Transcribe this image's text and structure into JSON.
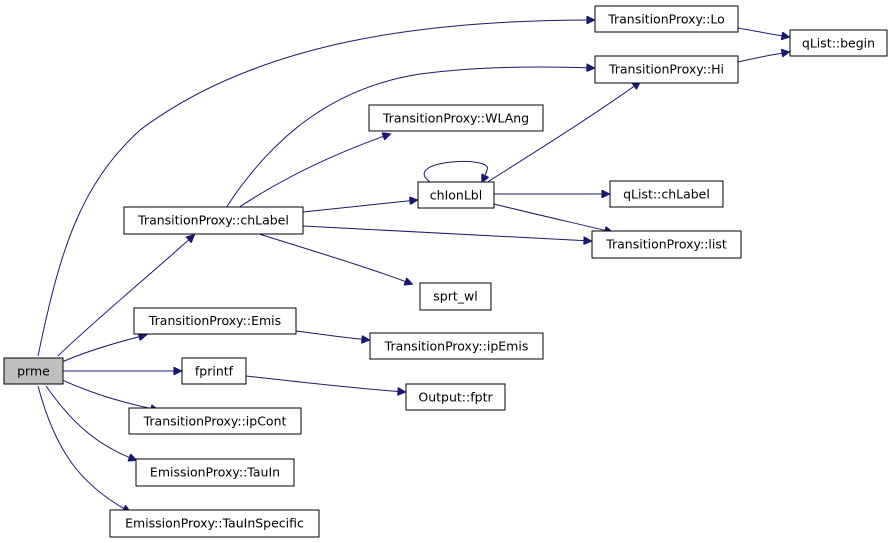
{
  "colors": {
    "edge": "#191970",
    "node_fill": "#ffffff",
    "root_fill": "#bfbfbf",
    "node_border": "#000000"
  },
  "nodes": {
    "prme": "prme",
    "chLabel": "TransitionProxy::chLabel",
    "Emis": "TransitionProxy::Emis",
    "fprintf": "fprintf",
    "ipCont": "TransitionProxy::ipCont",
    "TauIn": "EmissionProxy::TauIn",
    "TauInSpecific": "EmissionProxy::TauInSpecific",
    "Lo": "TransitionProxy::Lo",
    "Hi": "TransitionProxy::Hi",
    "WLAng": "TransitionProxy::WLAng",
    "chIonLbl": "chIonLbl",
    "sprt_wl": "sprt_wl",
    "ipEmis": "TransitionProxy::ipEmis",
    "fptr": "Output::fptr",
    "qchLabel": "qList::chLabel",
    "list": "TransitionProxy::list",
    "begin": "qList::begin"
  }
}
